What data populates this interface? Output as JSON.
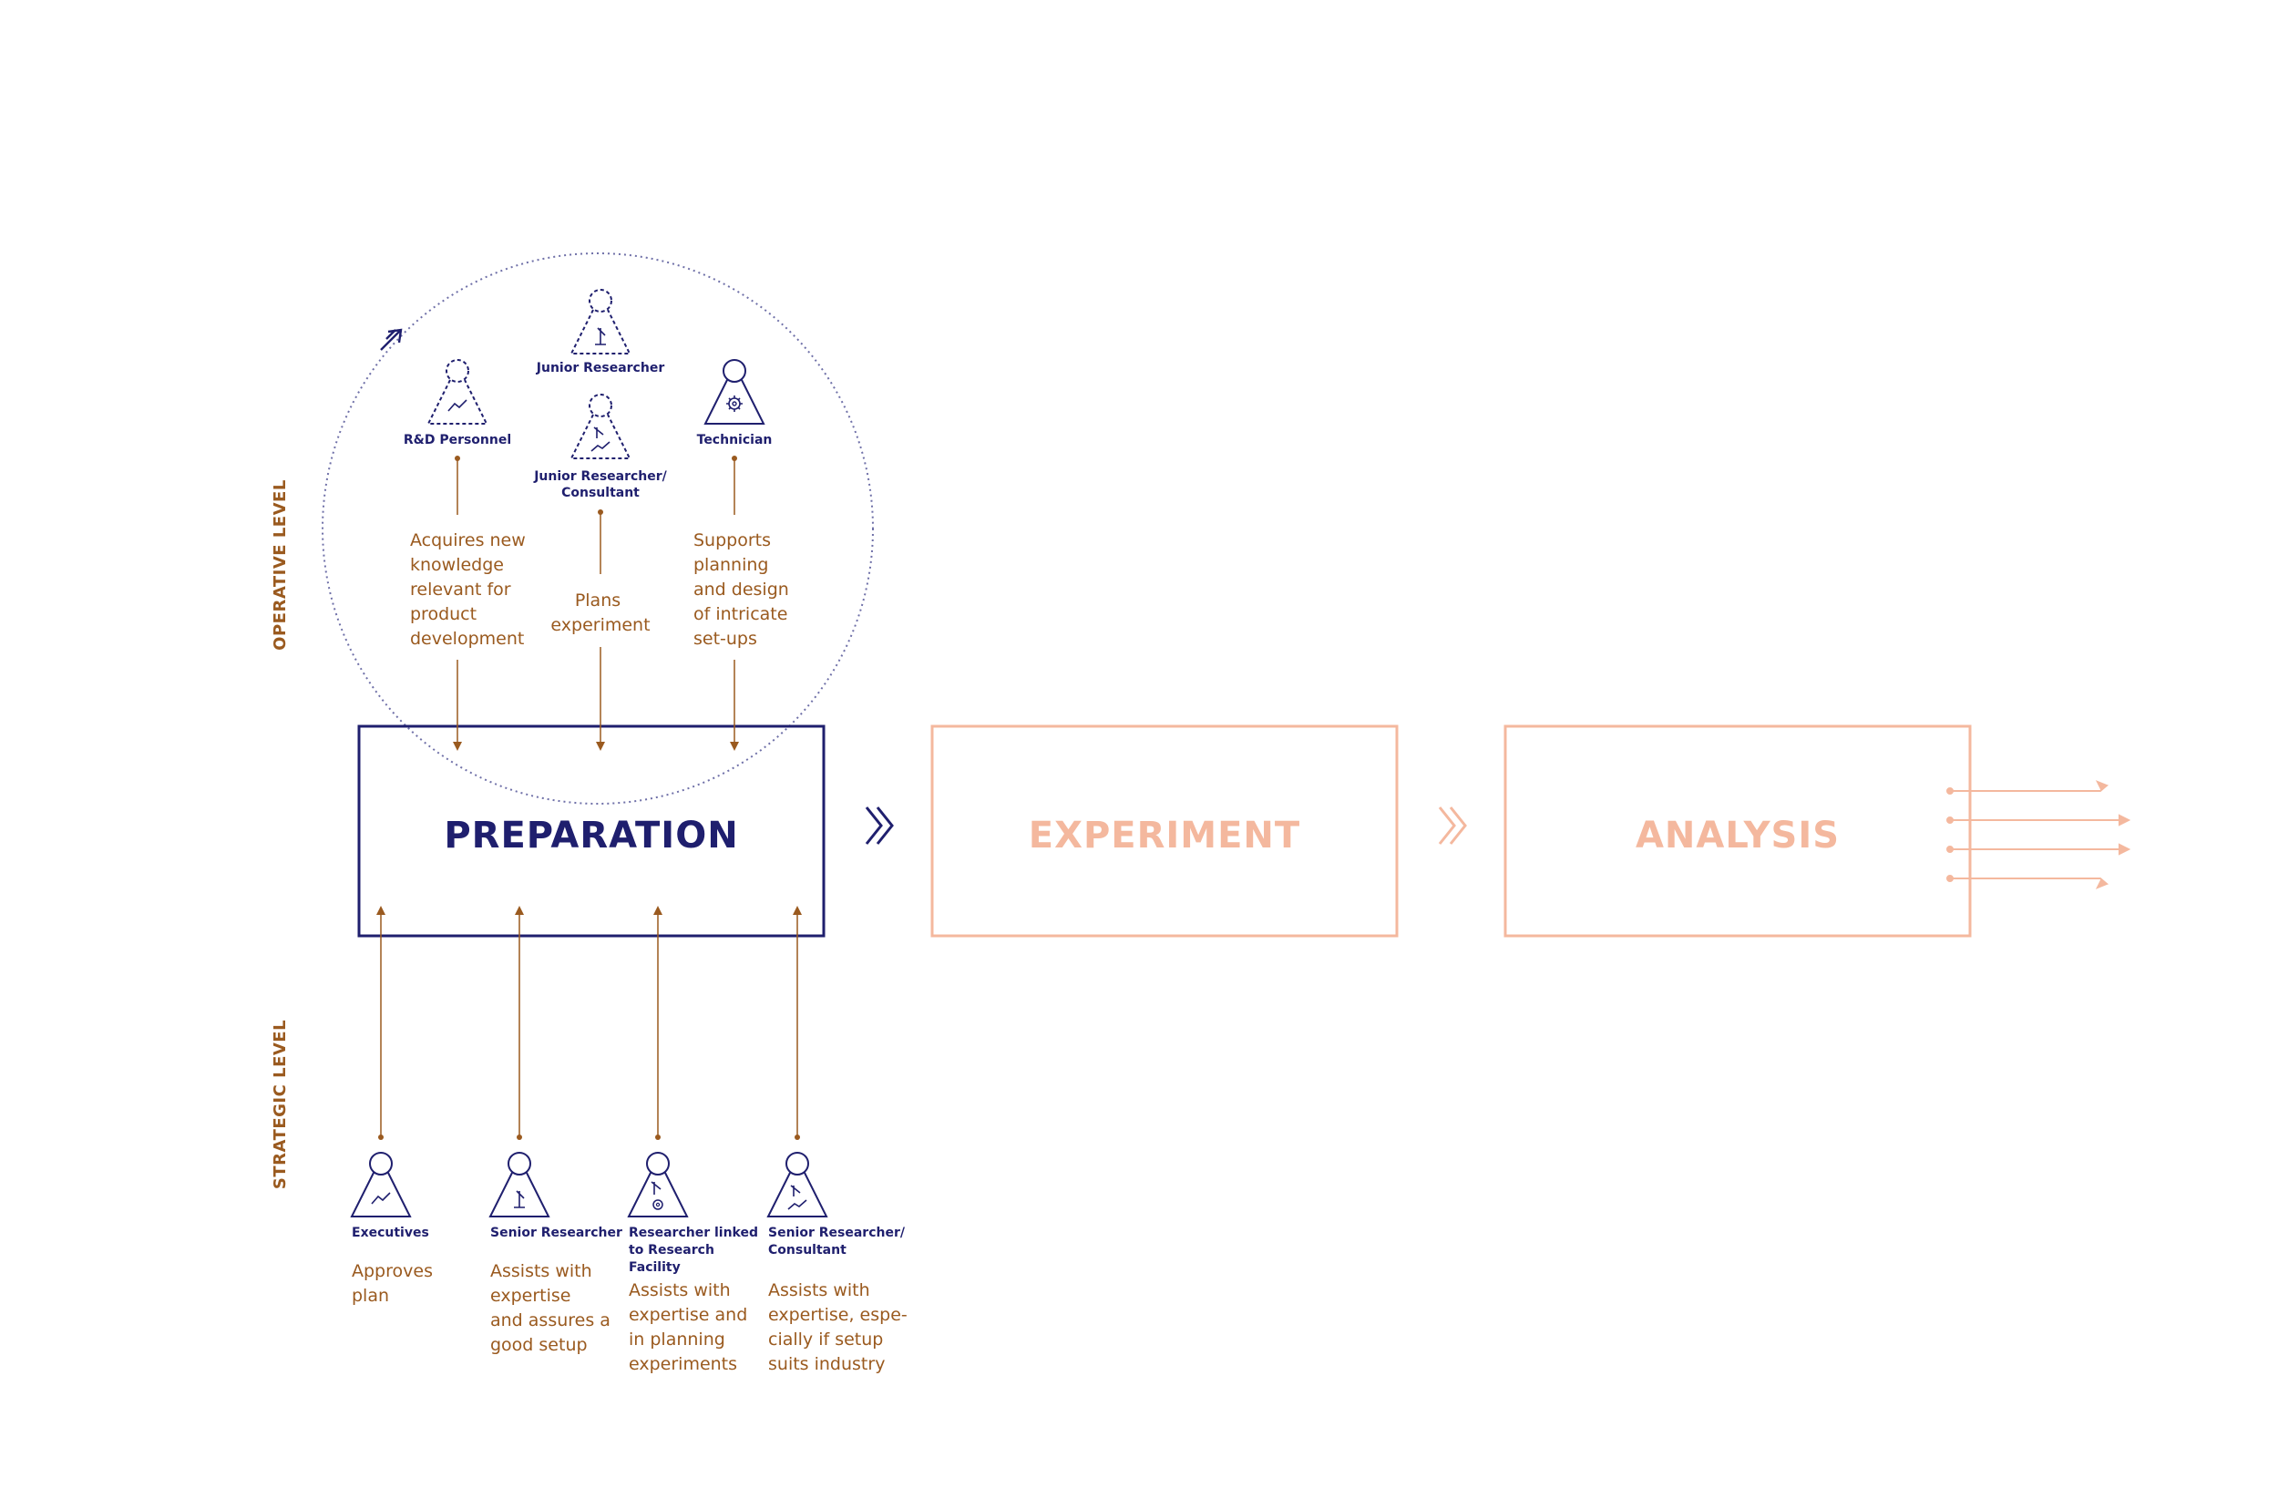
{
  "colors": {
    "navy": "#1f1f6e",
    "brown": "#9a5a1f",
    "salmon": "#f4b89e"
  },
  "levels": {
    "operative": "OPERATIVE LEVEL",
    "strategic": "STRATEGIC LEVEL"
  },
  "stages": [
    {
      "label": "PREPARATION"
    },
    {
      "label": "EXPERIMENT"
    },
    {
      "label": "ANALYSIS"
    }
  ],
  "operative_roles": [
    {
      "name": "Junior Researcher",
      "icon": "microscope-icon"
    },
    {
      "name": "R&D Personnel",
      "icon": "trend-chart-icon",
      "desc": [
        "Acquires new",
        "knowledge",
        "relevant for",
        "product",
        "development"
      ]
    },
    {
      "name": "Junior Researcher/",
      "name2": "Consultant",
      "icon": "microscope-trend-icon",
      "desc": [
        "Plans",
        "experiment"
      ]
    },
    {
      "name": "Technician",
      "icon": "gear-icon",
      "desc": [
        "Supports",
        "planning",
        "and design",
        "of intricate",
        "set-ups"
      ]
    }
  ],
  "strategic_roles": [
    {
      "name": [
        "Executives"
      ],
      "icon": "trend-chart-icon",
      "desc": [
        "Approves",
        "plan"
      ]
    },
    {
      "name": [
        "Senior Researcher"
      ],
      "icon": "microscope-icon",
      "desc": [
        "Assists with",
        "expertise",
        "and assures a",
        "good setup"
      ]
    },
    {
      "name": [
        "Researcher linked",
        "to Research",
        "Facility"
      ],
      "icon": "microscope-gear-icon",
      "desc": [
        "Assists with",
        "expertise and",
        "in planning",
        "experiments"
      ]
    },
    {
      "name": [
        "Senior Researcher/",
        "Consultant"
      ],
      "icon": "microscope-trend-icon",
      "desc": [
        "Assists with",
        "expertise, espe-",
        "cially if setup",
        "suits industry"
      ]
    }
  ]
}
